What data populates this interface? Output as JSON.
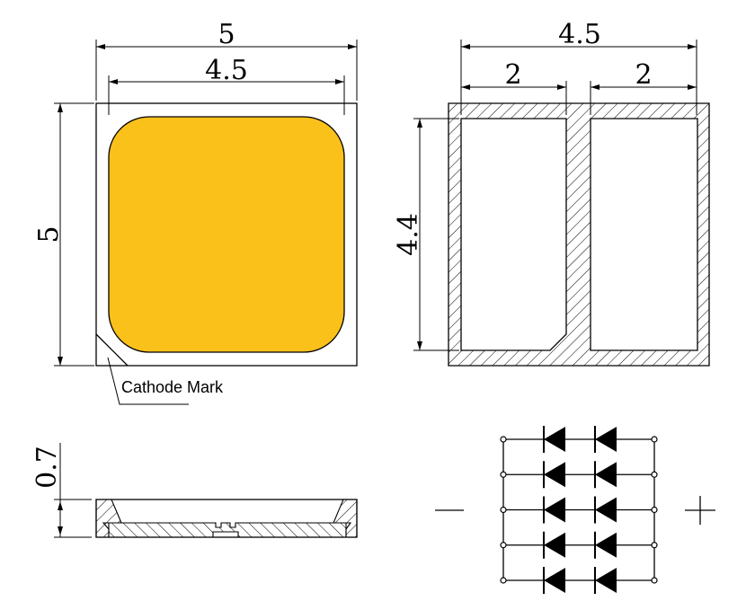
{
  "colors": {
    "chip": "#FBC11B",
    "line": "#000000"
  },
  "top_view": {
    "width_outer": "5",
    "width_inner": "4.5",
    "height_outer": "5",
    "cathode_label": "Cathode Mark"
  },
  "bottom_view": {
    "width": "4.5",
    "pad_left": "2",
    "pad_right": "2",
    "height": "4.4"
  },
  "side_view": {
    "thickness": "0.7"
  },
  "circuit": {
    "rows": 5,
    "diodes_per_row": 2,
    "negative": "minus-terminal",
    "positive": "plus-terminal"
  }
}
